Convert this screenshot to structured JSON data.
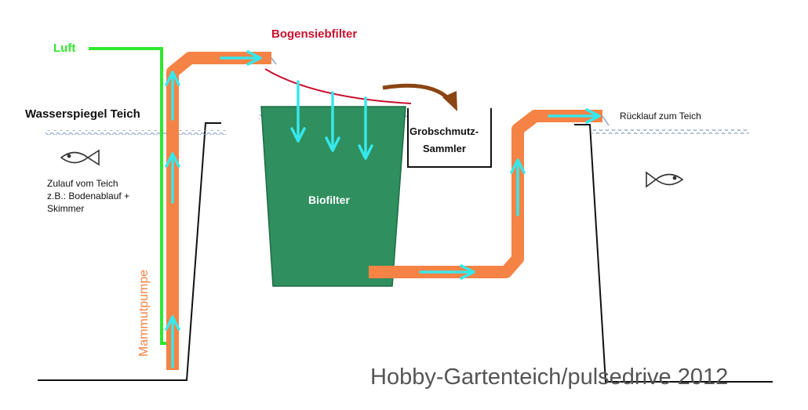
{
  "labels": {
    "luft": "Luft",
    "bogensiebfilter": "Bogensiebfilter",
    "wasserspiegel": "Wasserspiegel Teich",
    "zulauf_line1": "Zulauf vom Teich",
    "zulauf_line2": "z.B.: Bodenablauf +",
    "zulauf_line3": "Skimmer",
    "mammutpumpe": "Mammutpumpe",
    "biofilter": "Biofilter",
    "grobschmutz_line1": "Grobschmutz-",
    "grobschmutz_line2": "Sammler",
    "ruecklauf": "Rücklauf zum Teich"
  },
  "watermark": "Hobby-Gartenteich/pulsedrive 2012",
  "colors": {
    "pipe": "#f58345",
    "flow_arrow": "#36e8ec",
    "air_line": "#2ee82e",
    "biofilter": "#2f8f5f",
    "biofilter_border": "#1e6b45",
    "sieve": "#c8102e",
    "coarse_arrow": "#8b4513",
    "water": "#8fa5c9",
    "air_label": "#2ee82e",
    "filter_label": "#c8102e",
    "watermark": "#555555"
  },
  "icons": {
    "fish_left": "fish-icon",
    "fish_right": "fish-icon"
  }
}
